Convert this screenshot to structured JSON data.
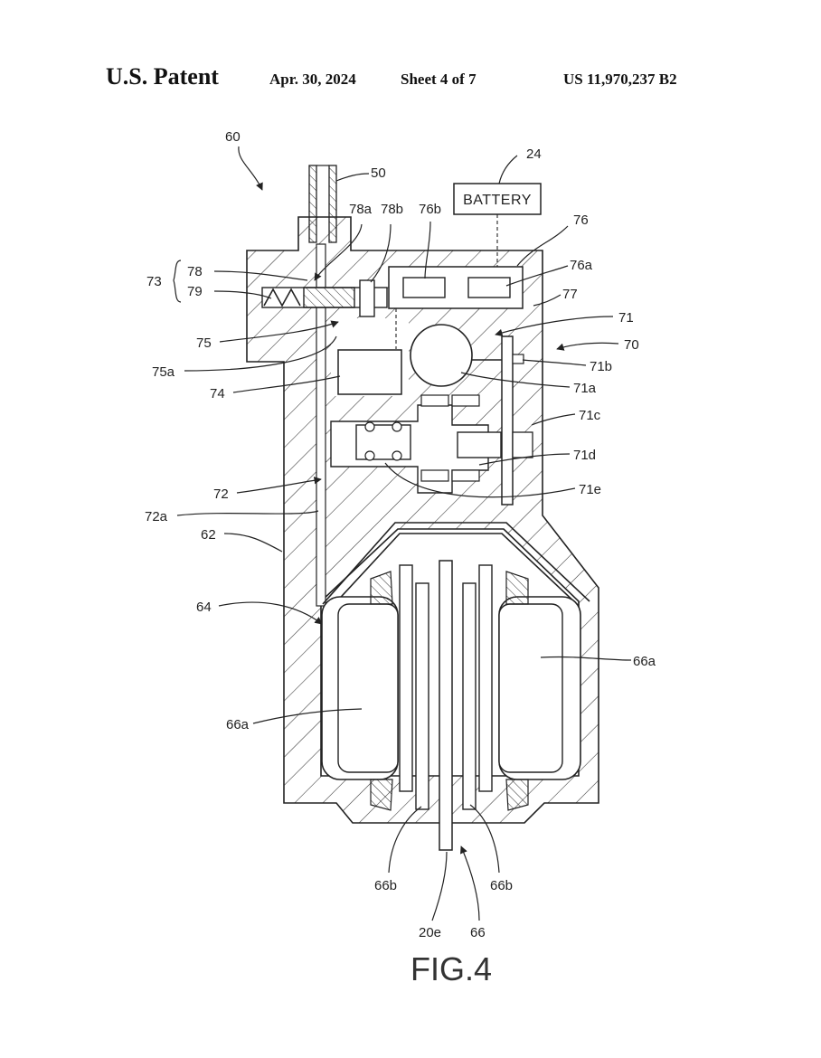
{
  "header": {
    "left": "U.S. Patent",
    "date": "Apr. 30, 2024",
    "sheet": "Sheet 4 of 7",
    "number": "US 11,970,237 B2"
  },
  "battery_label": "BATTERY",
  "figure_caption": "FIG.4",
  "ref_labels": {
    "r60": "60",
    "r50": "50",
    "r24": "24",
    "r78a": "78a",
    "r78b": "78b",
    "r76b": "76b",
    "r76": "76",
    "r73": "73",
    "r78": "78",
    "r79": "79",
    "r76a": "76a",
    "r77": "77",
    "r71": "71",
    "r75": "75",
    "r70": "70",
    "r71b": "71b",
    "r75a": "75a",
    "r71a": "71a",
    "r74": "74",
    "r71c": "71c",
    "r71d": "71d",
    "r71e": "71e",
    "r72": "72",
    "r72a": "72a",
    "r62": "62",
    "r64": "64",
    "r66a_r": "66a",
    "r66a_l": "66a",
    "r66b_l": "66b",
    "r66b_r": "66b",
    "r20e": "20e",
    "r66": "66"
  }
}
